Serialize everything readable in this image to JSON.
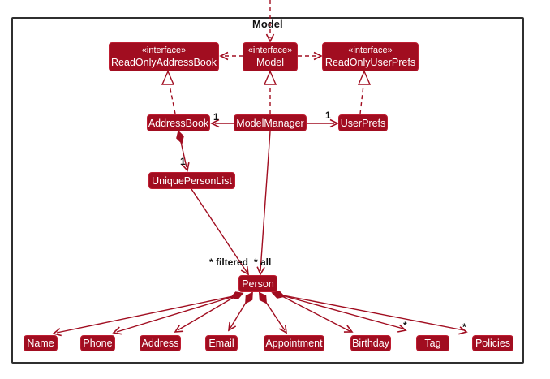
{
  "diagram": {
    "kind": "UML class diagram",
    "component": "Model",
    "box_fill": "#A10D20",
    "box_border": "#BE1E32",
    "connector_color": "#A10D20",
    "frame_border": "#2f2f2f",
    "background": "#ffffff"
  },
  "labels": {
    "frame_title": "Model",
    "mult_addressbook": "1",
    "mult_userprefs": "1",
    "mult_uniquepersonlist": "1",
    "filtered": "* filtered",
    "all": "* all",
    "mult_tag": "*",
    "mult_policies": "*"
  },
  "classes": {
    "readOnlyAddressBook": {
      "stereotype": "«interface»",
      "name": "ReadOnlyAddressBook"
    },
    "modelInterface": {
      "stereotype": "«interface»",
      "name": "Model"
    },
    "readOnlyUserPrefs": {
      "stereotype": "«interface»",
      "name": "ReadOnlyUserPrefs"
    },
    "addressBook": {
      "name": "AddressBook"
    },
    "modelManager": {
      "name": "ModelManager"
    },
    "userPrefs": {
      "name": "UserPrefs"
    },
    "uniquePersonList": {
      "name": "UniquePersonList"
    },
    "person": {
      "name": "Person"
    },
    "attrName": {
      "name": "Name"
    },
    "attrPhone": {
      "name": "Phone"
    },
    "attrAddress": {
      "name": "Address"
    },
    "attrEmail": {
      "name": "Email"
    },
    "attrAppointment": {
      "name": "Appointment"
    },
    "attrBirthday": {
      "name": "Birthday"
    },
    "attrTag": {
      "name": "Tag"
    },
    "attrPolicies": {
      "name": "Policies"
    }
  },
  "relationships": [
    {
      "from": "external",
      "to": "Model",
      "type": "dashed-dependency-arrow"
    },
    {
      "from": "Model",
      "to": "ReadOnlyAddressBook",
      "type": "dashed-dependency-arrow"
    },
    {
      "from": "Model",
      "to": "ReadOnlyUserPrefs",
      "type": "dashed-dependency-arrow"
    },
    {
      "from": "AddressBook",
      "to": "ReadOnlyAddressBook",
      "type": "realization"
    },
    {
      "from": "ModelManager",
      "to": "Model",
      "type": "realization"
    },
    {
      "from": "UserPrefs",
      "to": "ReadOnlyUserPrefs",
      "type": "realization"
    },
    {
      "from": "ModelManager",
      "to": "AddressBook",
      "type": "association",
      "multiplicity": "1"
    },
    {
      "from": "ModelManager",
      "to": "UserPrefs",
      "type": "association",
      "multiplicity": "1"
    },
    {
      "from": "AddressBook",
      "to": "UniquePersonList",
      "type": "composition",
      "multiplicity": "1"
    },
    {
      "from": "UniquePersonList",
      "to": "Person",
      "type": "association",
      "label": "* filtered"
    },
    {
      "from": "ModelManager",
      "to": "Person",
      "type": "association",
      "label": "* all"
    },
    {
      "from": "Person",
      "to": "Name",
      "type": "composition"
    },
    {
      "from": "Person",
      "to": "Phone",
      "type": "composition"
    },
    {
      "from": "Person",
      "to": "Address",
      "type": "composition"
    },
    {
      "from": "Person",
      "to": "Email",
      "type": "composition"
    },
    {
      "from": "Person",
      "to": "Appointment",
      "type": "composition"
    },
    {
      "from": "Person",
      "to": "Birthday",
      "type": "composition"
    },
    {
      "from": "Person",
      "to": "Tag",
      "type": "composition",
      "multiplicity": "*"
    },
    {
      "from": "Person",
      "to": "Policies",
      "type": "composition",
      "multiplicity": "*"
    }
  ]
}
